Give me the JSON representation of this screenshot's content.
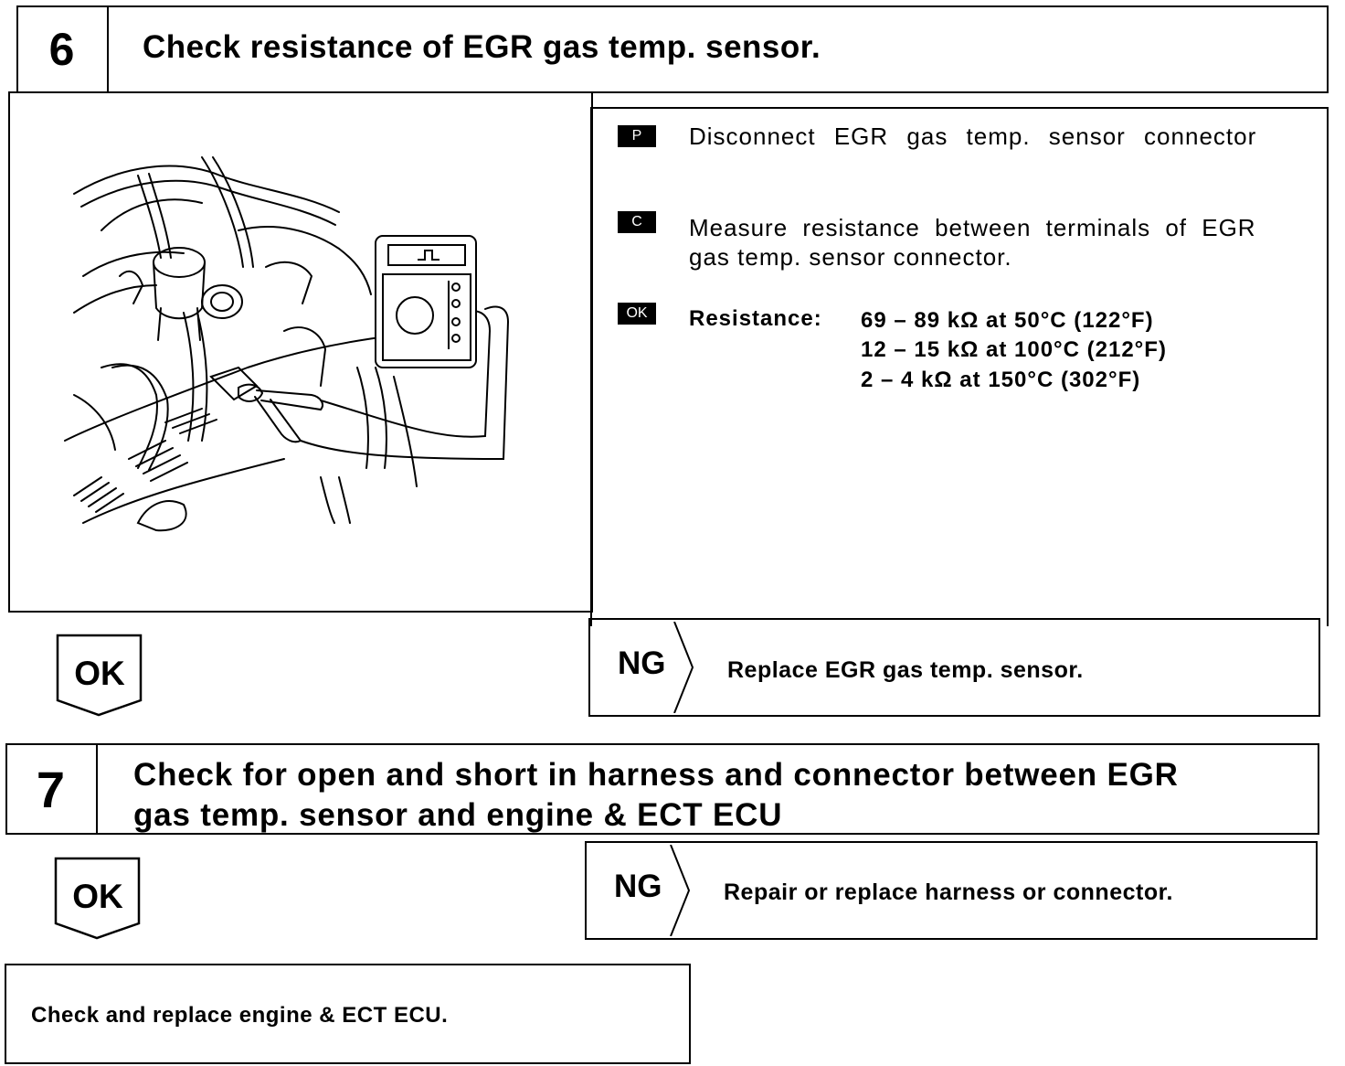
{
  "step6": {
    "number": "6",
    "title": "Check resistance of EGR gas temp. sensor.",
    "badges": {
      "prepare": "P",
      "check": "C",
      "ok": "OK"
    },
    "instructions": {
      "prepare": "Disconnect EGR gas temp. sensor connector",
      "check_line1": "Measure resistance between terminals of EGR",
      "check_line2": "gas temp. sensor connector."
    },
    "resistance": {
      "label": "Resistance:",
      "values": [
        "69 – 89 kΩ at 50°C (122°F)",
        "12 – 15 kΩ at 100°C (212°F)",
        "2 – 4 kΩ at 150°C (302°F)"
      ]
    },
    "ok_label": "OK",
    "ng_label": "NG",
    "ng_action": "Replace EGR gas temp. sensor."
  },
  "step7": {
    "number": "7",
    "title_line1": "Check for open and short in harness and connector between EGR",
    "title_line2": "gas temp. sensor and engine & ECT ECU",
    "ok_label": "OK",
    "ng_label": "NG",
    "ng_action": "Repair or replace harness or connector."
  },
  "final_action": "Check and replace engine & ECT ECU."
}
